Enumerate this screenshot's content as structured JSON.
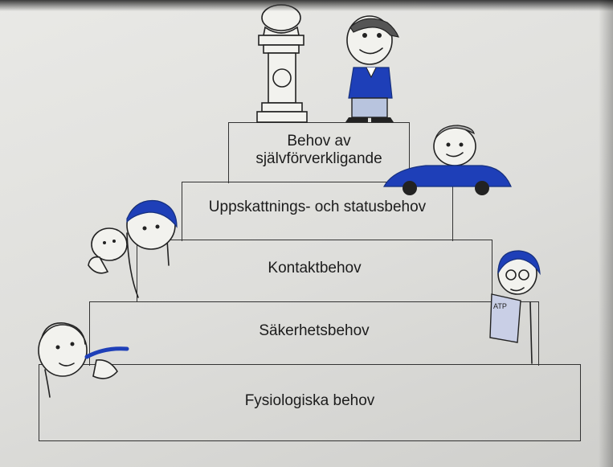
{
  "pyramid": {
    "levels": [
      {
        "label_line1": "Behov av",
        "label_line2": "självförverkligande"
      },
      {
        "label": "Uppskattnings- och statusbehov"
      },
      {
        "label": "Kontaktbehov"
      },
      {
        "label": "Säkerhetsbehov"
      },
      {
        "label": "Fysiologiska behov"
      }
    ]
  },
  "illustrations": {
    "pension_sign_text": "ATP"
  },
  "colors": {
    "accent_blue": "#1e3fb8",
    "line": "#333333",
    "paper": "#e4e4e1"
  }
}
